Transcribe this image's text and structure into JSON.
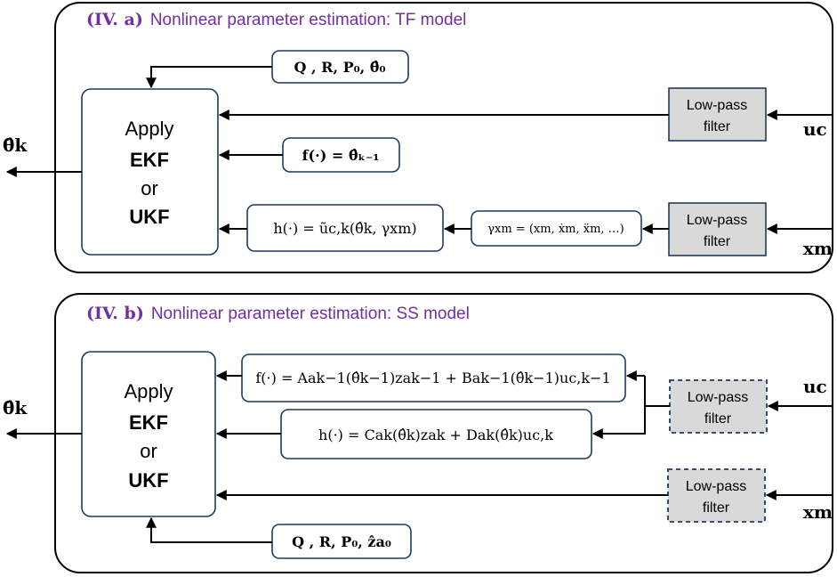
{
  "panel_a": {
    "title_tag": "(IV. a)",
    "title": "Nonlinear parameter estimation: TF model",
    "apply": [
      "Apply",
      "EKF",
      "or",
      "UKF"
    ],
    "init_params": "Q ,  R,  P₀,  θ̂₀",
    "f_eq": "f(·) =  θ̂ₖ₋₁",
    "h_eq": "h(·) = ũc,k(θ̂k, γxm)",
    "gamma_eq": "γxm = (xm, ẋm, ẍm, …)",
    "filter_1": [
      "Low-pass",
      "filter"
    ],
    "filter_2": [
      "Low-pass",
      "filter"
    ],
    "output": "θ̂k",
    "input_u": "uc",
    "input_x": "xm"
  },
  "panel_b": {
    "title_tag": "(IV. b)",
    "title": "Nonlinear parameter estimation: SS model",
    "apply": [
      "Apply",
      "EKF",
      "or",
      "UKF"
    ],
    "f_eq": "f(·) = Aak−1(θ̂k−1)zak−1 + Bak−1(θ̂k−1)uc,k−1",
    "h_eq": "h(·) = Cak(θ̂k)zak + Dak(θ̂k)uc,k",
    "init_params": "Q ,  R,  P₀,  ẑa₀",
    "filter_1": [
      "Low-pass",
      "filter"
    ],
    "filter_2": [
      "Low-pass",
      "filter"
    ],
    "output": "θ̂k",
    "input_u": "uc",
    "input_x": "xm"
  }
}
